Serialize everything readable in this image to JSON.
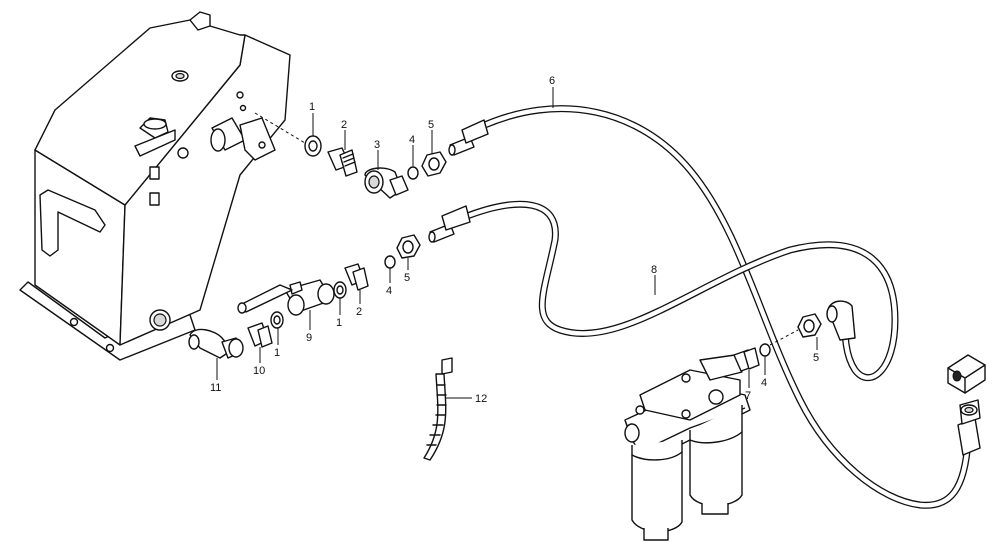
{
  "callouts": [
    {
      "id": "c1a",
      "text": "1"
    },
    {
      "id": "c2a",
      "text": "2"
    },
    {
      "id": "c3",
      "text": "3"
    },
    {
      "id": "c4a",
      "text": "4"
    },
    {
      "id": "c5a",
      "text": "5"
    },
    {
      "id": "c6",
      "text": "6"
    },
    {
      "id": "c4b",
      "text": "4"
    },
    {
      "id": "c5b",
      "text": "5"
    },
    {
      "id": "c8",
      "text": "8"
    },
    {
      "id": "c1b",
      "text": "1"
    },
    {
      "id": "c2b",
      "text": "2"
    },
    {
      "id": "c9",
      "text": "9"
    },
    {
      "id": "c1c",
      "text": "1"
    },
    {
      "id": "c10",
      "text": "10"
    },
    {
      "id": "c11",
      "text": "11"
    },
    {
      "id": "c12",
      "text": "12"
    },
    {
      "id": "c7",
      "text": "7"
    },
    {
      "id": "c4c",
      "text": "4"
    },
    {
      "id": "c5c",
      "text": "5"
    }
  ]
}
